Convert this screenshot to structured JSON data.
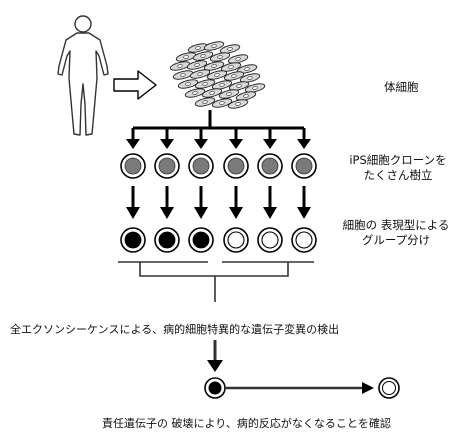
{
  "labels": {
    "somatic_cell": "体細胞",
    "ips_line1": "iPS細胞クローンを",
    "ips_line2": "たくさん樹立",
    "phenotype_line1": "細胞の 表現型による",
    "phenotype_line2": "グループ分け",
    "exome": "全エクソンシーケンスによる、病的細胞特異的な遺伝子変異の検出",
    "confirm": "責任遺伝子の 破壊により、病的反応がなくなることを確認"
  },
  "colors": {
    "stroke": "#000000",
    "clone_fill": "#7a7a7a",
    "diseased_fill": "#000000",
    "normal_fill": "#ffffff",
    "cell_fill": "#d8d8d8"
  },
  "icons": {
    "human": "human-figure-icon",
    "arrow": "hollow-right-arrow-icon",
    "cells": "cell-culture-icon"
  },
  "groups": {
    "diseased_count": 3,
    "normal_count": 3
  }
}
